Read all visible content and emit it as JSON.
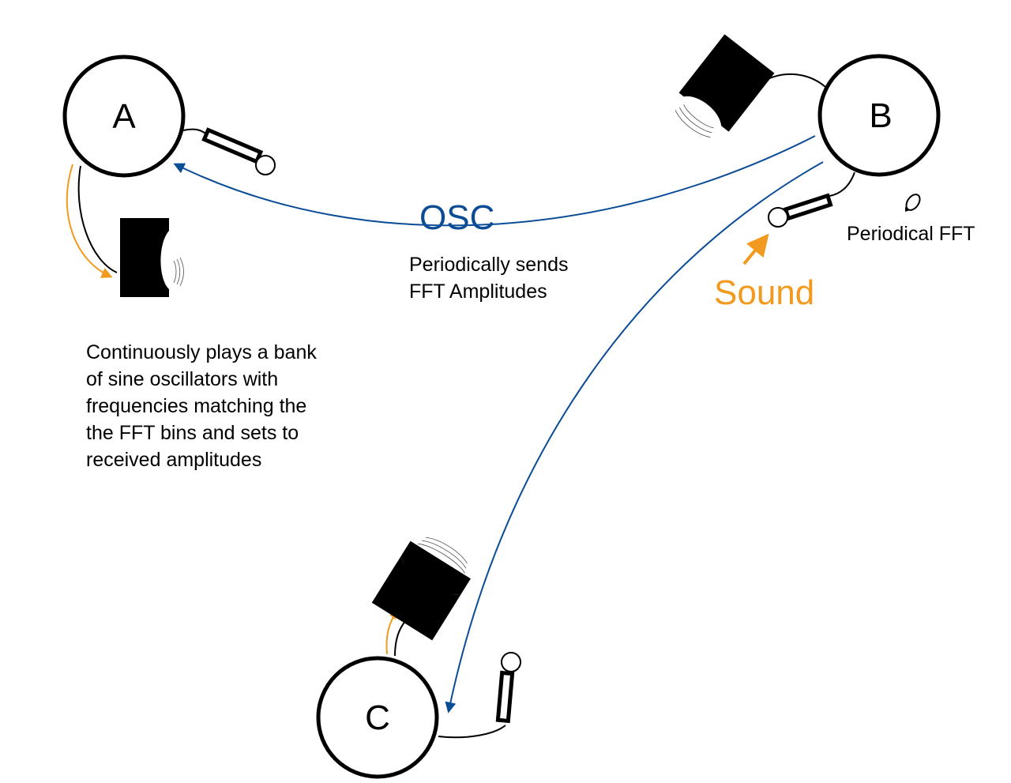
{
  "nodes": [
    {
      "id": "A",
      "label": "A"
    },
    {
      "id": "B",
      "label": "B"
    },
    {
      "id": "C",
      "label": "C"
    }
  ],
  "edges": {
    "osc_label": "OSC",
    "osc_description": [
      "Periodically sends",
      "FFT Amplitudes"
    ],
    "sound_label": "Sound"
  },
  "annotations": {
    "node_a_description": [
      "Continuously plays a bank",
      "of sine oscillators with",
      "frequencies matching the",
      "the FFT bins and sets to",
      "received amplitudes"
    ],
    "node_b_description": "Periodical FFT"
  },
  "colors": {
    "osc": "#0b4c96",
    "sound": "#f29a1f",
    "outline": "#000000"
  }
}
